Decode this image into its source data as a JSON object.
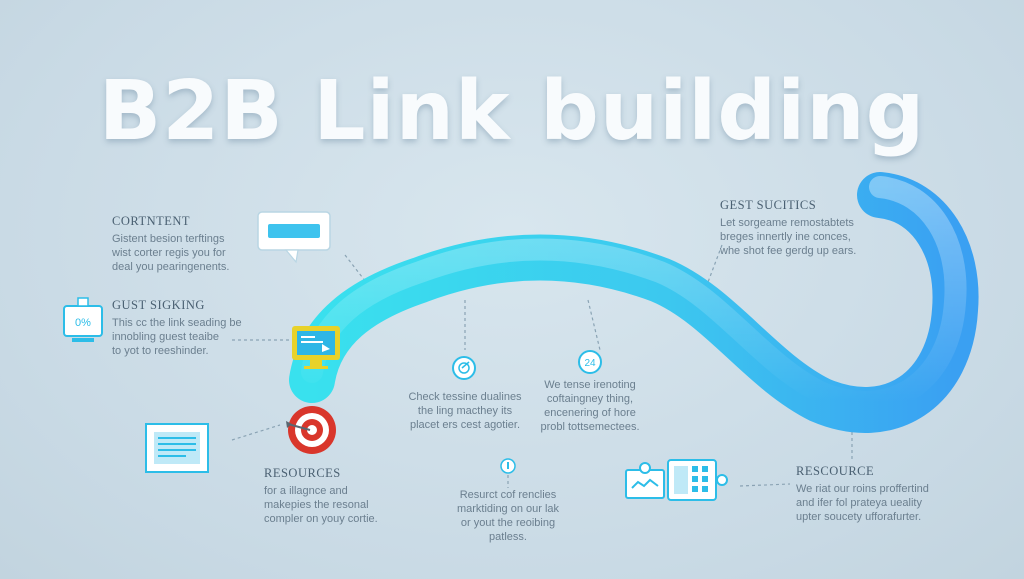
{
  "title": "B2B Link building",
  "blocks": {
    "content": {
      "heading": "CORTNTENT",
      "lines": [
        "Gistent besion terftings",
        "wist corter regis you for",
        "deal you pearingenents."
      ]
    },
    "guest_signing": {
      "heading": "GUST SIGKING",
      "lines": [
        "This cc the link seading be",
        "innobling guest teaibe",
        "to yot to reeshinder."
      ]
    },
    "resources_left": {
      "heading": "RESOURCES",
      "lines": [
        "for a illagnce and",
        "makepies the resonal",
        "compler on youy cortie."
      ]
    },
    "check": {
      "lines": [
        "Check tessine dualines",
        "the ling macthey its",
        "placet ers cest agotier."
      ]
    },
    "we_tense": {
      "lines": [
        "We tense irenoting",
        "coftaingney thing,",
        "encenering of hore",
        "probl tottsemectees."
      ]
    },
    "resurct": {
      "lines": [
        "Resurct cof renclies",
        "marktiding on our lak",
        "or yout the reoibing",
        "patless."
      ]
    },
    "guest_success": {
      "heading": "GEST SUCITICS",
      "lines": [
        "Let sorgeame remostabtets",
        "breges innertly ine conces,",
        "whe shot fee gerdg up ears."
      ]
    },
    "resource_right": {
      "heading": "RESCOURCE",
      "lines": [
        "We riat our roins proffertind",
        "and ifer fol prateya ueality",
        "upter soucety ufforafurter."
      ]
    }
  },
  "icons": {
    "percent_label": "0%",
    "badge_label": "24"
  },
  "colors": {
    "path_start": "#35dcec",
    "path_end": "#3aa2f2",
    "target_red": "#d9362b",
    "icon_blue": "#2cbde8",
    "monitor_yellow": "#e8d22a"
  }
}
